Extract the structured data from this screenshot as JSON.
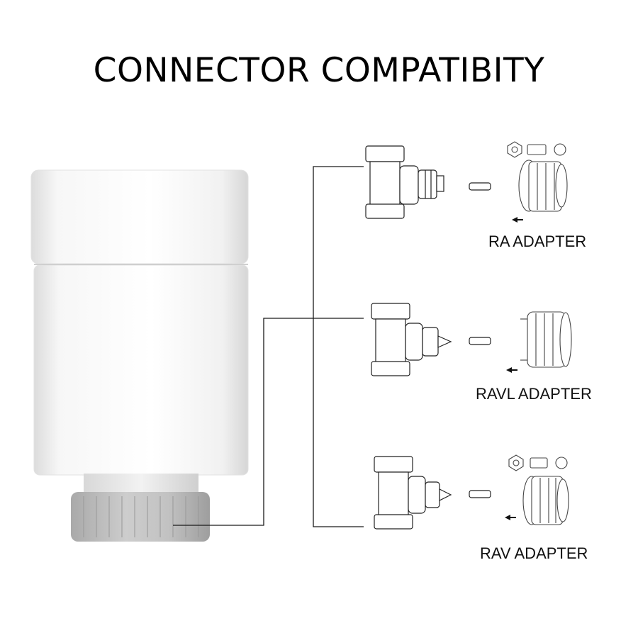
{
  "title": "CONNECTOR COMPATIBITY",
  "adapters": [
    {
      "label": "RA ADAPTER"
    },
    {
      "label": "RAVL ADAPTER"
    },
    {
      "label": "RAV ADAPTER"
    }
  ],
  "colors": {
    "body": "#ffffff",
    "body_shade": "#e9e9e9",
    "nut": "#c4c4c4",
    "line": "#1a1a1a"
  }
}
